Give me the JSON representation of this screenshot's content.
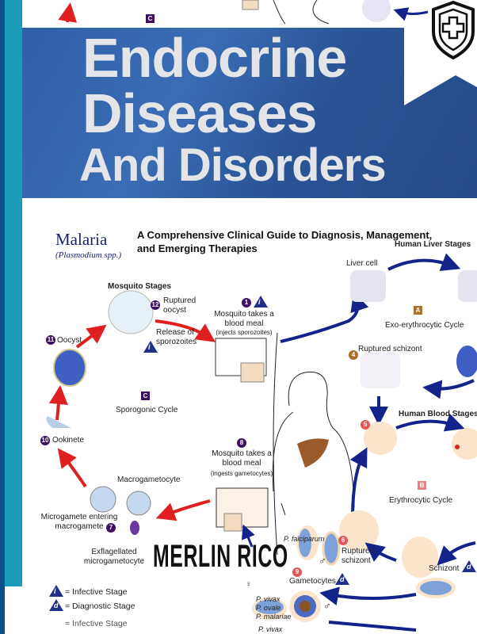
{
  "cover": {
    "title_line1": "Endocrine",
    "title_line2": "Diseases",
    "title_line3": "And Disorders",
    "subtitle_line1": "A Comprehensive Clinical Guide to Diagnosis, Management,",
    "subtitle_line2": "and Emerging Therapies",
    "author": "MERLIN RICO",
    "icon": "shield-plus-icon",
    "colors": {
      "banner": "#2f5fa8",
      "teal_strip": "#1a9bb8",
      "dark_strip": "#0b4f8c"
    }
  },
  "diagram": {
    "heading": "Malaria",
    "subheading": "(Plasmodium spp.)",
    "human_liver_stages": "Human Liver Stages",
    "liver_cell": "Liver cell",
    "mosquito_stages": "Mosquito Stages",
    "ruptured_oocyst": "Ruptured oocyst",
    "release_sporozoites": "Release of sporozoites",
    "blood_meal_1": "Mosquito takes a blood meal",
    "blood_meal_1_note": "(injects sporozoites)",
    "badge_a": "A",
    "exo_cycle": "Exo-erythrocytic Cycle",
    "oocyst": "Oocyst",
    "ruptured_schizont_liver": "Ruptured schizont",
    "badge_c": "C",
    "sporogonic_cycle": "Sporogonic Cycle",
    "human_blood_stages": "Human Blood Stages",
    "ookinete": "Ookinete",
    "blood_meal_8": "Mosquito takes a blood meal",
    "blood_meal_8_note": "(ingests gametocytes)",
    "macrogametocyte": "Macrogametocyte",
    "badge_b": "B",
    "erythrocytic_cycle": "Erythrocytic Cycle",
    "microgamete": "Microgamete entering macrogamete",
    "p_falciparum": "P. falciparum",
    "exflagellated": "Exflagellated microgametocyte",
    "ruptured_schizont_blood": "Ruptured schizont",
    "schizont": "Schizont",
    "gametocytes": "Gametocytes",
    "p_vivax": "P. vivax",
    "p_ovale": "P. ovale",
    "p_malariae": "P. malariae",
    "p_vivax_2": "P. vivax",
    "legend_infective": "= Infective Stage",
    "legend_diagnostic": "= Diagnostic Stage",
    "legend_infective_2": "= Infective Stage",
    "i": "i",
    "d": "d",
    "male": "♂",
    "female": "♀",
    "steps": [
      "1",
      "4",
      "5",
      "6",
      "7",
      "8",
      "9",
      "10",
      "11",
      "12"
    ]
  }
}
